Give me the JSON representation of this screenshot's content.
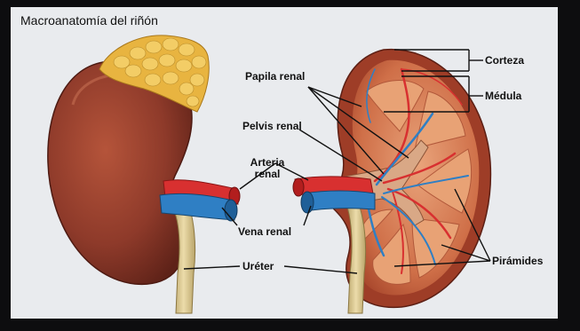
{
  "title": "Macroanatomía del riñón",
  "labels": {
    "papila": "Papila renal",
    "pelvis": "Pelvis renal",
    "arteria_1": "Arteria",
    "arteria_2": "renal",
    "vena": "Vena renal",
    "ureter": "Uréter",
    "corteza": "Corteza",
    "medula": "Médula",
    "piramides": "Pirámides"
  },
  "colors": {
    "background": "#e9ebee",
    "kidney": "#8e3a2a",
    "cortex": "#c9653f",
    "pyramid": "#e39a6a",
    "adrenal": "#e8b440",
    "artery": "#d83030",
    "vein": "#2f7fc4",
    "ureter": "#d8c48e"
  }
}
